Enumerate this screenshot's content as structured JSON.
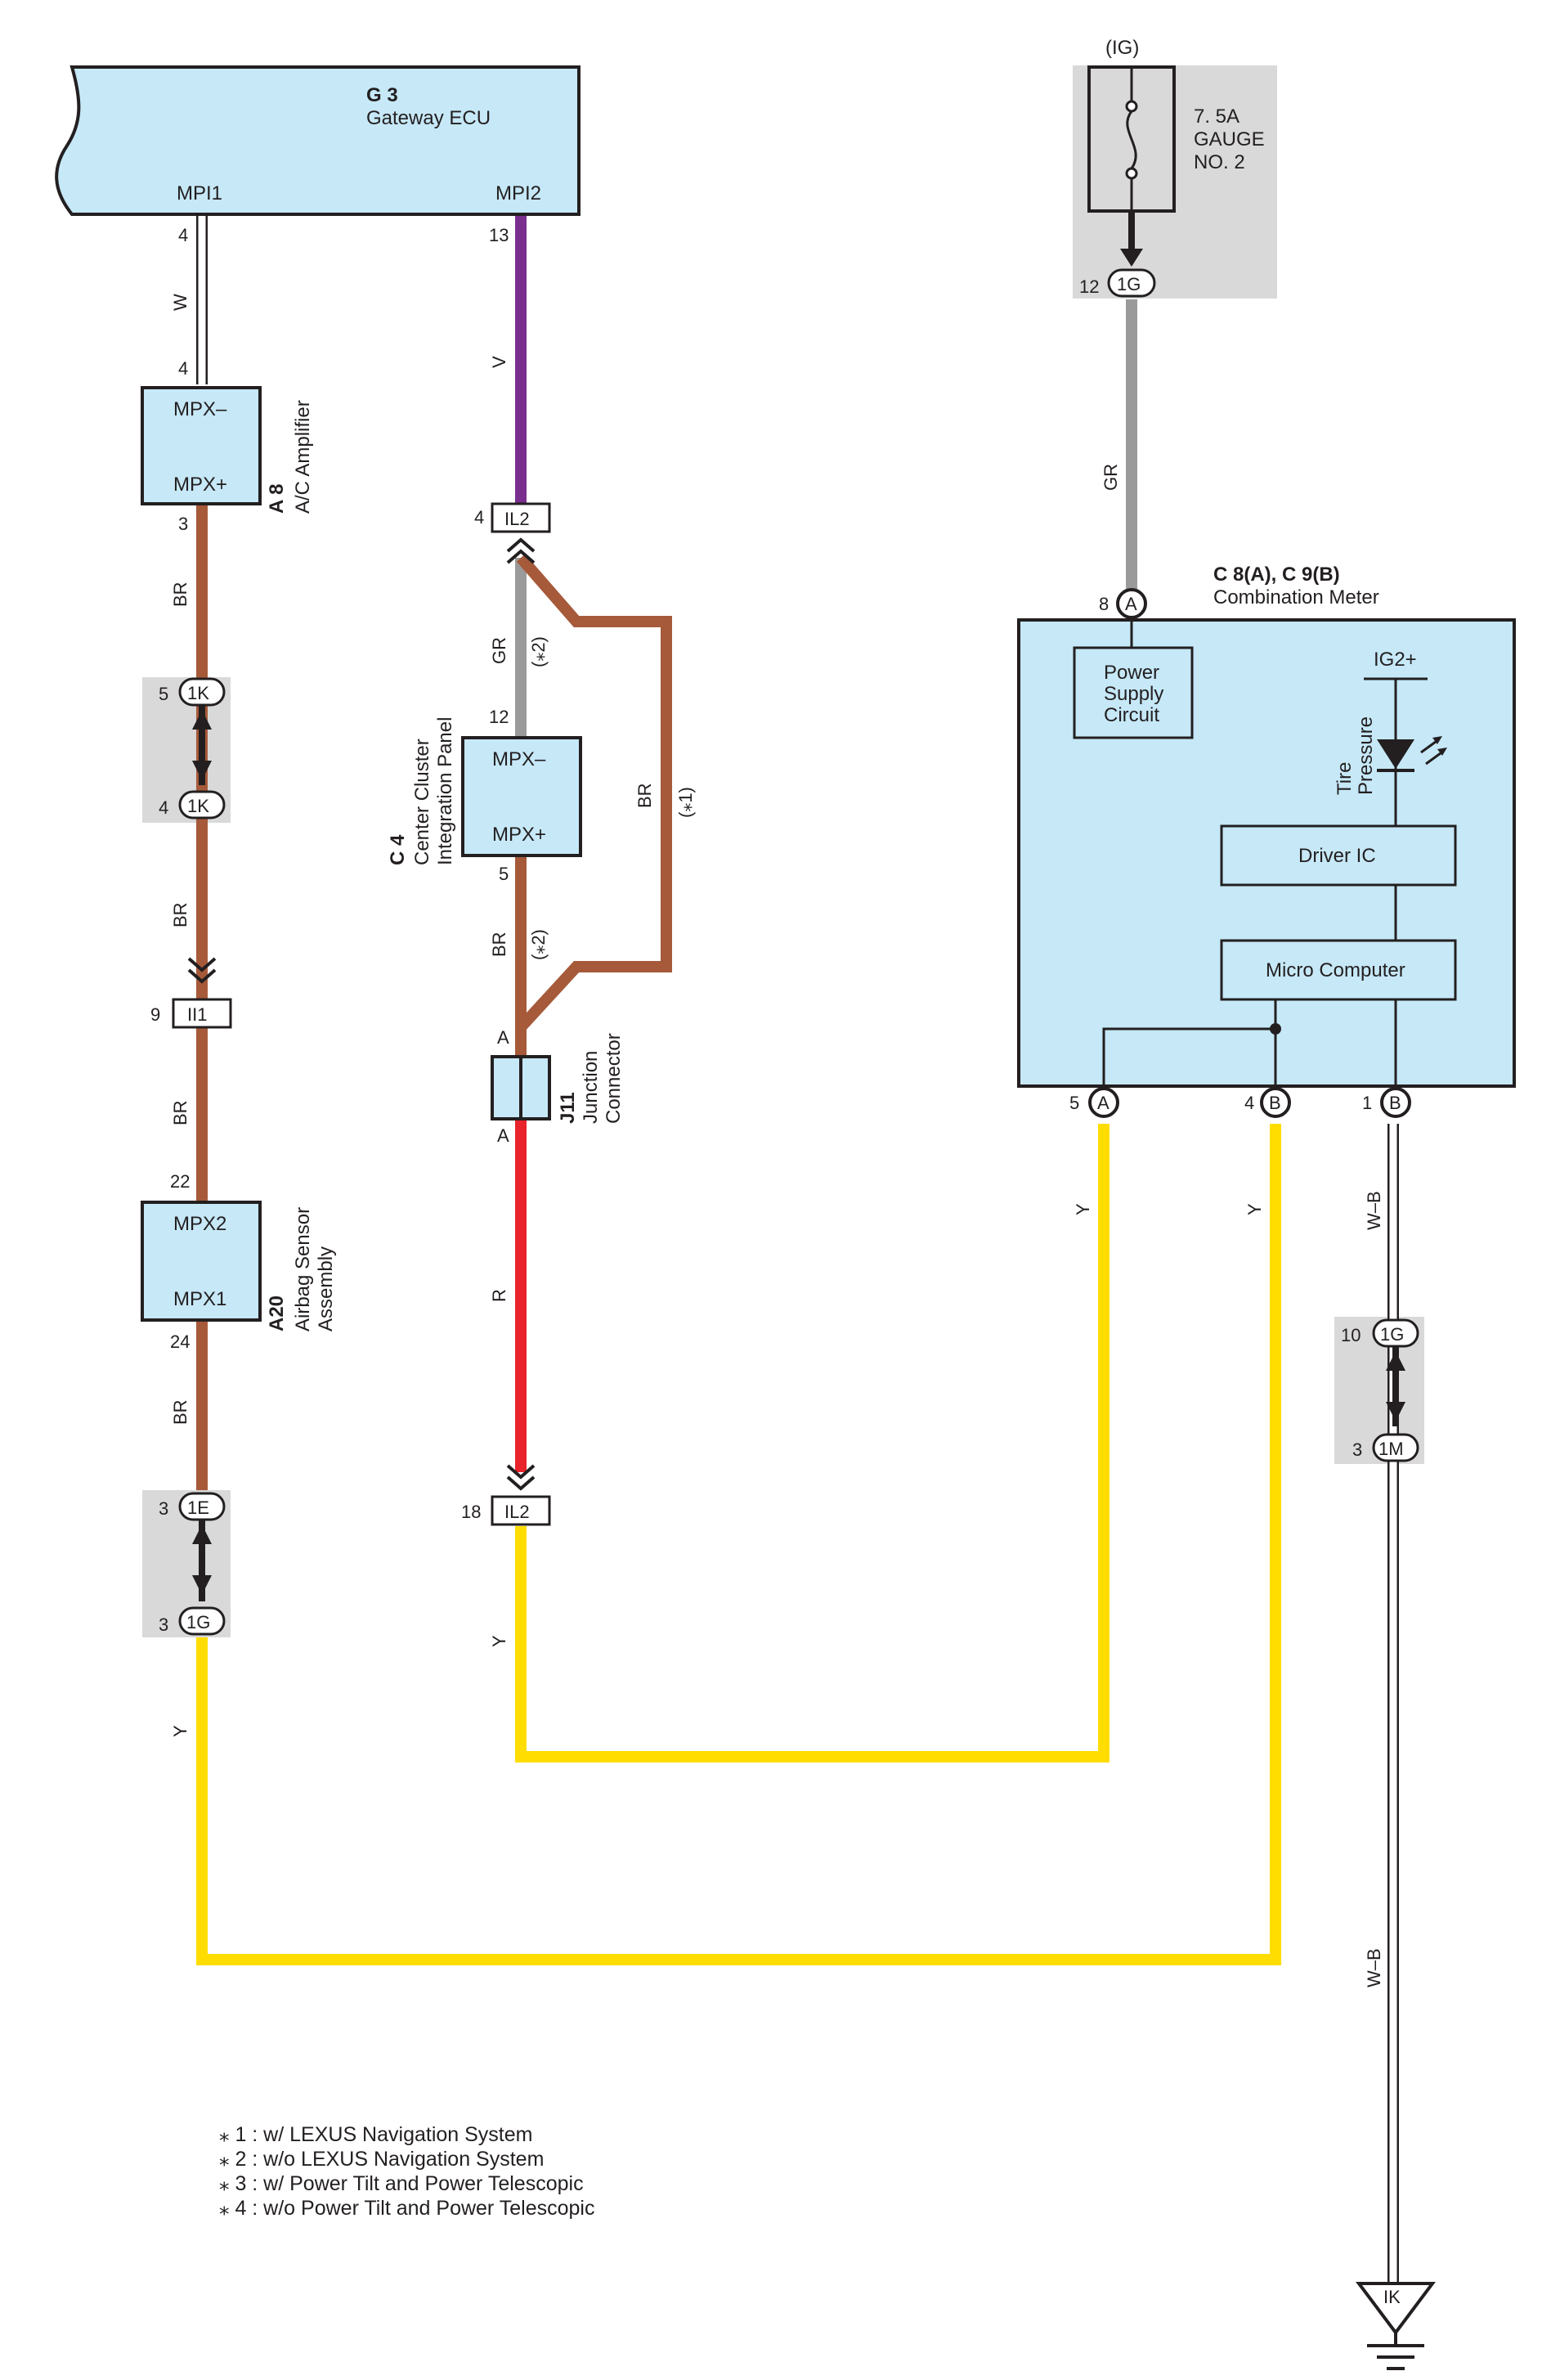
{
  "components": {
    "gateway": {
      "ref": "G 3",
      "name": "Gateway ECU",
      "pin1": "MPI1",
      "pin2": "MPI2"
    },
    "ac_amp": {
      "ref": "A 8",
      "name": "A/C Amplifier",
      "top": "MPX–",
      "bottom": "MPX+"
    },
    "airbag": {
      "ref": "A20",
      "name1": "Airbag Sensor",
      "name2": "Assembly",
      "top": "MPX2",
      "bottom": "MPX1"
    },
    "center_cluster": {
      "ref": "C 4",
      "name1": "Center Cluster",
      "name2": "Integration Panel",
      "top": "MPX–",
      "bottom": "MPX+"
    },
    "junction": {
      "ref": "J11",
      "name1": "Junction",
      "name2": "Connector"
    },
    "fuse": {
      "source": "(IG)",
      "line1": "7. 5A",
      "line2": "GAUGE",
      "line3": "NO. 2"
    },
    "meter": {
      "ref": "C 8(A), C 9(B)",
      "name": "Combination Meter",
      "psu1": "Power",
      "psu2": "Supply",
      "psu3": "Circuit",
      "ig2": "IG2+",
      "tire1": "Tire",
      "tire2": "Pressure",
      "driver": "Driver IC",
      "micro": "Micro Computer"
    },
    "ground": "IK"
  },
  "connectors": {
    "k1": "1K",
    "g1": "1G",
    "e1": "1E",
    "m1": "1M",
    "ii1": "II1",
    "il2": "IL2",
    "a": "A",
    "b": "B"
  },
  "pins": {
    "p4": "4",
    "p13": "13",
    "p3": "3",
    "p5": "5",
    "p9": "9",
    "p22": "22",
    "p24": "24",
    "p12": "12",
    "p18": "18",
    "p8": "8",
    "p1": "1",
    "p10": "10",
    "a": "A"
  },
  "wire_colors": {
    "w": "W",
    "v": "V",
    "br": "BR",
    "gr": "GR",
    "r": "R",
    "y": "Y",
    "wb": "W–B",
    "star1": "(⁎1)",
    "star2": "(⁎2)"
  },
  "colors": {
    "brown": "#a65a3a",
    "purple": "#7a2e8e",
    "red": "#e8232b",
    "yellow": "#ffdd00",
    "grey_wire": "#9a9a9a",
    "component_fill": "#c6e8f7",
    "shade": "#d9d9d9"
  },
  "notes": [
    "⁎ 1 : w/ LEXUS Navigation System",
    "⁎ 2 : w/o LEXUS Navigation System",
    "⁎ 3 : w/ Power Tilt and Power Telescopic",
    "⁎ 4 : w/o Power Tilt and Power Telescopic"
  ]
}
